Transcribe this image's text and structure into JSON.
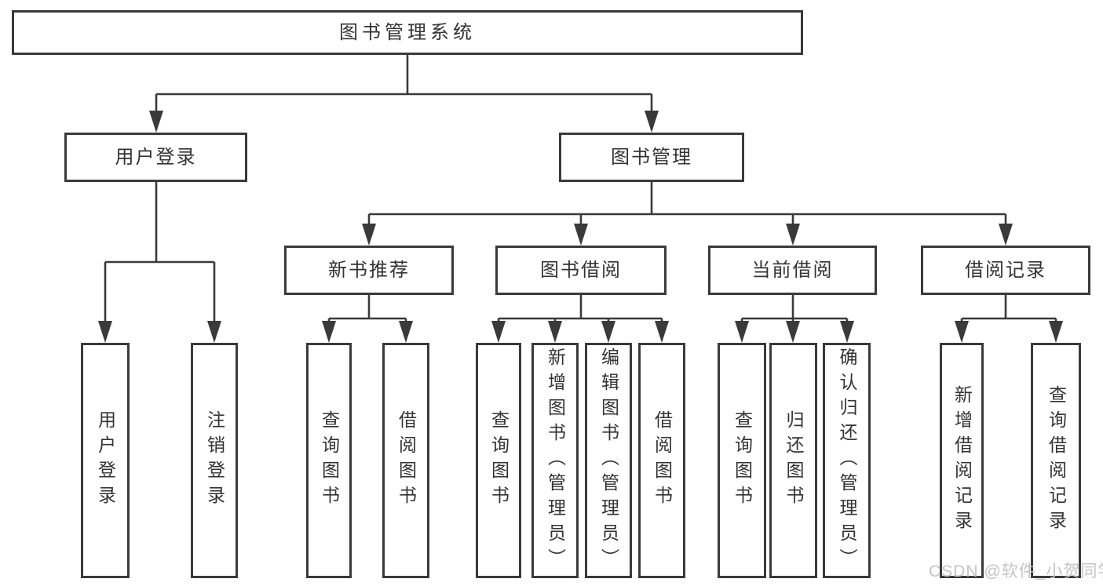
{
  "colors": {
    "line": "#3a3a3a",
    "text": "#333333",
    "background": "#ffffff",
    "watermark": "#c4c4c4"
  },
  "watermark": {
    "text": "CSDN @软件_小贺同学"
  },
  "tree": {
    "root": {
      "label": "图书管理系统",
      "children": [
        {
          "label": "用户登录",
          "children": [
            {
              "label": "用户登录"
            },
            {
              "label": "注销登录"
            }
          ]
        },
        {
          "label": "图书管理",
          "children": [
            {
              "label": "新书推荐",
              "children": [
                {
                  "label": "查询图书"
                },
                {
                  "label": "借阅图书"
                }
              ]
            },
            {
              "label": "图书借阅",
              "children": [
                {
                  "label": "查询图书"
                },
                {
                  "label": "新增图书（管理员）"
                },
                {
                  "label": "编辑图书（管理员）"
                },
                {
                  "label": "借阅图书"
                }
              ]
            },
            {
              "label": "当前借阅",
              "children": [
                {
                  "label": "查询图书"
                },
                {
                  "label": "归还图书"
                },
                {
                  "label": "确认归还（管理员）"
                }
              ]
            },
            {
              "label": "借阅记录",
              "children": [
                {
                  "label": "新增借阅记录"
                },
                {
                  "label": "查询借阅记录"
                }
              ]
            }
          ]
        }
      ]
    }
  }
}
